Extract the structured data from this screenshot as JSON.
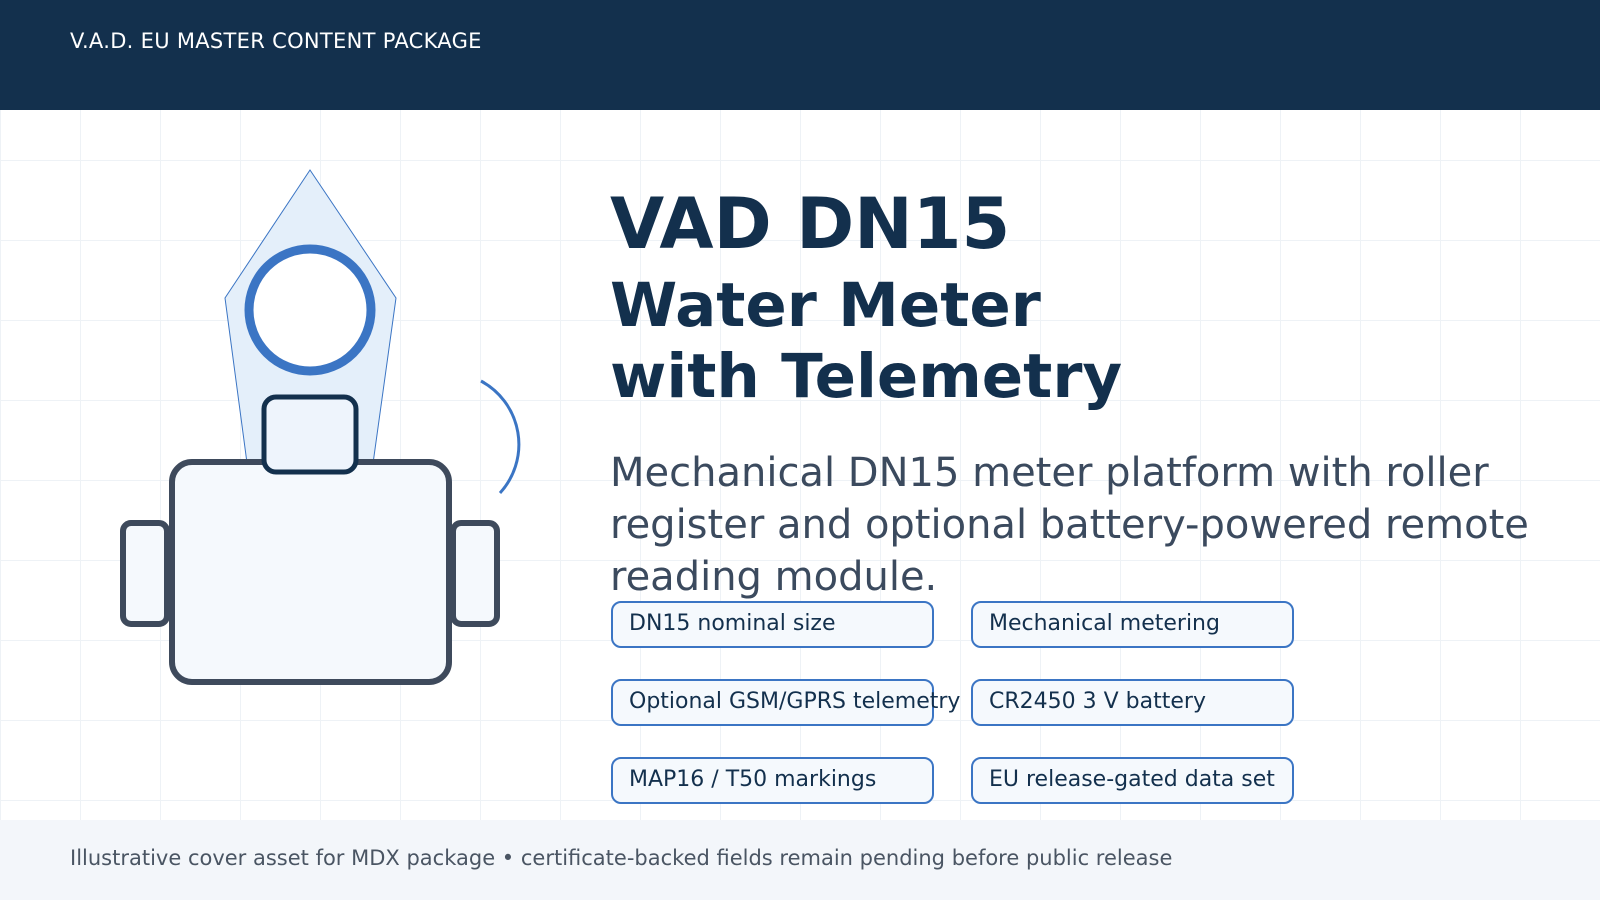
{
  "header": {
    "title": "V.A.D. EU MASTER CONTENT PACKAGE"
  },
  "product": {
    "model": "VAD DN15",
    "subtitle_line1": "Water Meter",
    "subtitle_line2": "with Telemetry",
    "description": "Mechanical DN15 meter platform with roller register and optional battery-powered remote reading module."
  },
  "features": [
    "DN15 nominal size",
    "Mechanical metering",
    "Optional GSM/GPRS telemetry",
    "CR2450 3 V battery",
    "MAP16 / T50 markings",
    "EU release-gated data set"
  ],
  "footer": {
    "note": "Illustrative cover asset for MDX package • certificate-backed fields remain pending before public release"
  },
  "colors": {
    "header_bg": "#13304d",
    "accent_blue": "#3b75c4",
    "outline_dark": "#3e4a5c",
    "title_text": "#13304d",
    "footer_bg": "#f3f6fa"
  },
  "icons": {
    "illustration": "water-meter-illustration"
  }
}
